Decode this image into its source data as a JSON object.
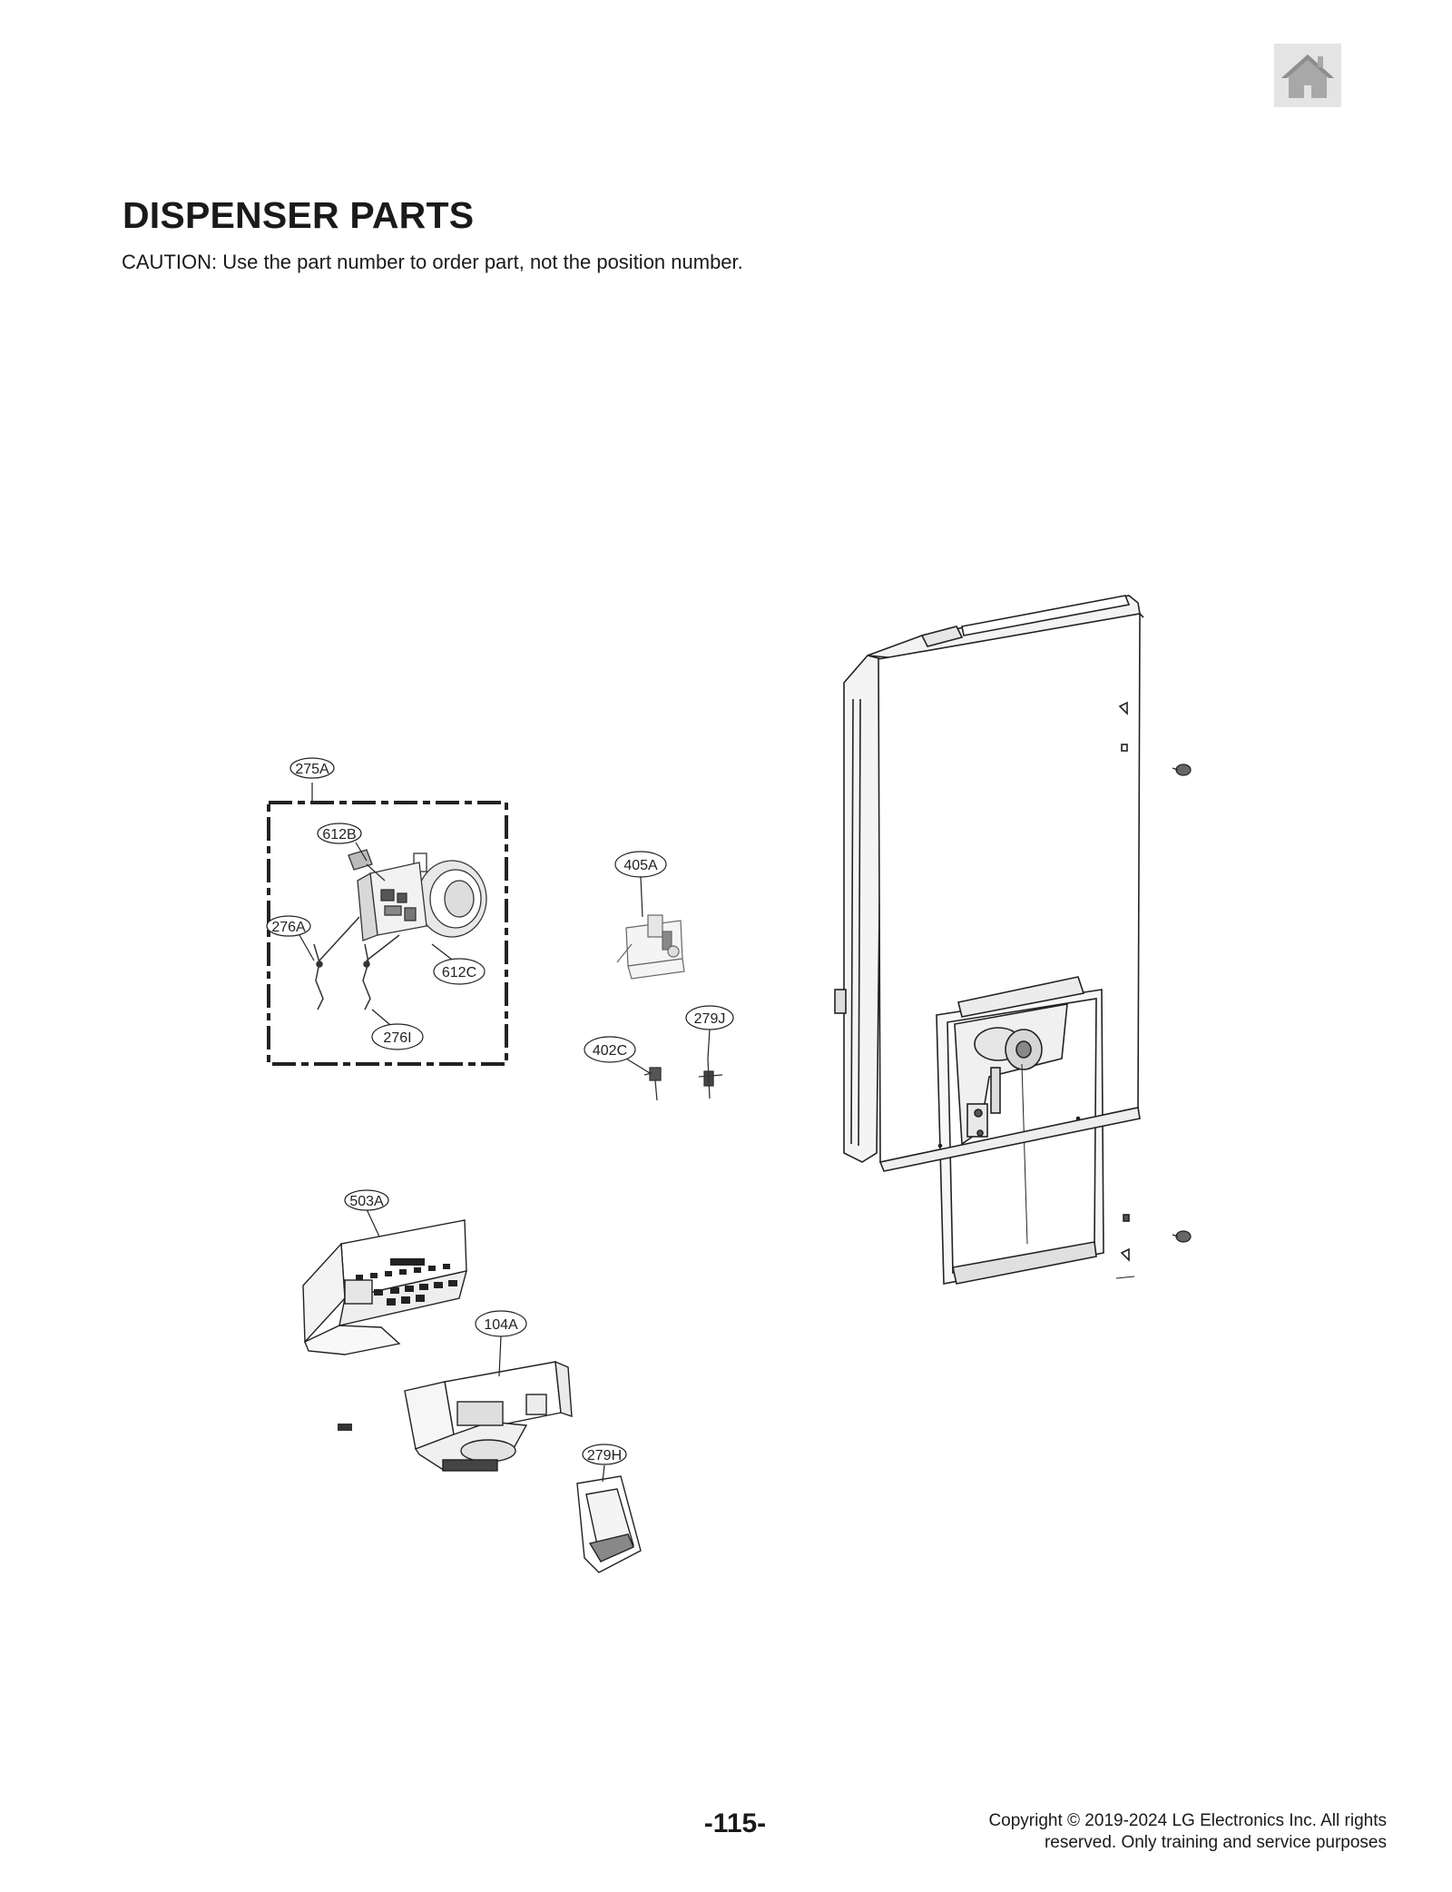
{
  "header": {
    "home_icon": "home-icon"
  },
  "page": {
    "title": "DISPENSER PARTS",
    "caution": "CAUTION: Use the part number to order part, not the position number."
  },
  "callouts": {
    "c275A": "275A",
    "c612B": "612B",
    "c276A": "276A",
    "c612C": "612C",
    "c276I": "276I",
    "c405A": "405A",
    "c279J": "279J",
    "c402C": "402C",
    "c503A": "503A",
    "c104A": "104A",
    "c279H": "279H"
  },
  "footer": {
    "page_number": "-115-",
    "copyright_line1": "Copyright © 2019-2024 LG Electronics Inc.  All  rights",
    "copyright_line2": "reserved. Only training and service purposes"
  }
}
